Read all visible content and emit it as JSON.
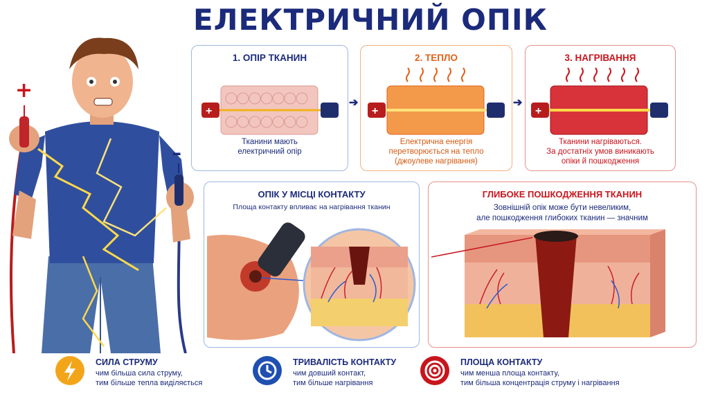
{
  "title": "ЕЛЕКТРИЧНИЙ ОПІК",
  "colors": {
    "navy": "#1b2a7a",
    "orange": "#e0611a",
    "red": "#c8151d"
  },
  "person": {
    "plus_sign": "+",
    "minus_sign": "–"
  },
  "steps": [
    {
      "heading": "1. ОПІР ТКАНИН",
      "text_lines": [
        "Тканини мають",
        "електричний опір"
      ]
    },
    {
      "heading": "2. ТЕПЛО",
      "text_lines": [
        "Електрична енергія",
        "перетворюється на тепло",
        "(джоулеве нагрівання)"
      ]
    },
    {
      "heading": "3. НАГРІВАННЯ",
      "text_lines": [
        "Тканини нагріваються.",
        "За достатніх умов виникають",
        "опіки й пошкодження"
      ]
    }
  ],
  "contact_panel": {
    "heading": "ОПІК У МІСЦІ КОНТАКТУ",
    "subtitle": "Площа контакту впливає на нагрівання тканин"
  },
  "deep_panel": {
    "heading": "ГЛИБОКЕ ПОШКОДЖЕННЯ ТКАНИН",
    "text_lines": [
      "Зовнішній опік може бути невеликим,",
      "але пошкодження глибоких тканин — значним"
    ]
  },
  "factors": [
    {
      "heading": "СИЛА СТРУМУ",
      "text_lines": [
        "чим більша сила струму,",
        "тим більше тепла виділяється"
      ],
      "icon": "lightning-icon"
    },
    {
      "heading": "ТРИВАЛІСТЬ КОНТАКТУ",
      "text_lines": [
        "чим довший контакт,",
        "тим більше нагрівання"
      ],
      "icon": "clock-icon"
    },
    {
      "heading": "ПЛОЩА КОНТАКТУ",
      "text_lines": [
        "чим менша площа контакту,",
        "тим більша концентрація струму і нагрівання"
      ],
      "icon": "target-icon"
    }
  ]
}
